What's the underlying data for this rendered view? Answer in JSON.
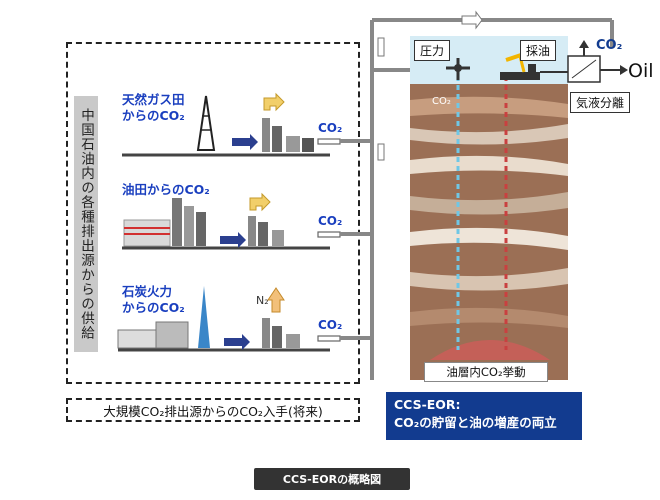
{
  "left_panel": {
    "vertical_label": "中国石油内の各種排出源からの供給",
    "sources": [
      {
        "label": "天然ガス田\nからのCO₂",
        "co2": "CO₂"
      },
      {
        "label": "油田からのCO₂",
        "co2": "CO₂"
      },
      {
        "label": "石炭火力\nからのCO₂",
        "co2": "CO₂"
      }
    ],
    "n2_label": "N₂",
    "footer": "大規模CO₂排出源からのCO₂入手(将来)"
  },
  "right_panel": {
    "pressure_label": "圧力",
    "production_label": "採油",
    "co2_out": "CO₂",
    "oil_out": "Oil",
    "separation_label": "気液分離",
    "injection_co2": "CO₂",
    "reservoir_label": "油層内CO₂挙動"
  },
  "summary_box": {
    "line1": "CCS-EOR:",
    "line2": "CO₂の貯留と油の増産の両立"
  },
  "caption": "CCS-EORの概略図",
  "colors": {
    "co2_text": "#1a3fbf",
    "summary_bg": "#123b8f",
    "caption_bg": "#333333"
  }
}
